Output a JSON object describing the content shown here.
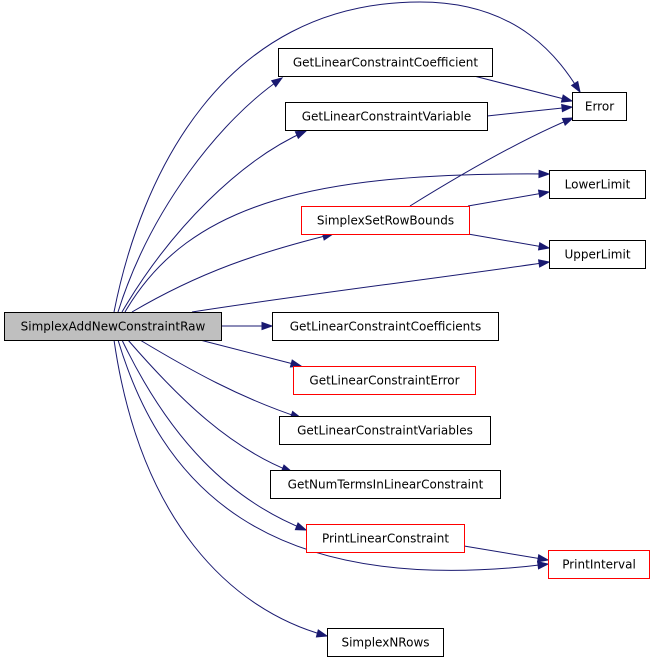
{
  "diagram": {
    "colors": {
      "edge": "#191970",
      "root_fill": "#bfbfbf",
      "node_fill": "#ffffff",
      "node_border": "#000000",
      "truncated_border": "#ff0000",
      "text": "#000000"
    },
    "nodes": [
      {
        "id": "root",
        "label": "SimplexAddNewConstraintRaw",
        "kind": "root"
      },
      {
        "id": "glcc",
        "label": "GetLinearConstraintCoefficient",
        "kind": "normal"
      },
      {
        "id": "glcv",
        "label": "GetLinearConstraintVariable",
        "kind": "normal"
      },
      {
        "id": "error",
        "label": "Error",
        "kind": "normal"
      },
      {
        "id": "lower",
        "label": "LowerLimit",
        "kind": "normal"
      },
      {
        "id": "ssrb",
        "label": "SimplexSetRowBounds",
        "kind": "truncated"
      },
      {
        "id": "upper",
        "label": "UpperLimit",
        "kind": "normal"
      },
      {
        "id": "glccs",
        "label": "GetLinearConstraintCoefficients",
        "kind": "normal"
      },
      {
        "id": "glce",
        "label": "GetLinearConstraintError",
        "kind": "truncated"
      },
      {
        "id": "glcvs",
        "label": "GetLinearConstraintVariables",
        "kind": "normal"
      },
      {
        "id": "gnt",
        "label": "GetNumTermsInLinearConstraint",
        "kind": "normal"
      },
      {
        "id": "plc",
        "label": "PrintLinearConstraint",
        "kind": "truncated"
      },
      {
        "id": "pint",
        "label": "PrintInterval",
        "kind": "truncated"
      },
      {
        "id": "snr",
        "label": "SimplexNRows",
        "kind": "normal"
      }
    ],
    "edges": [
      {
        "from": "root",
        "to": "error"
      },
      {
        "from": "root",
        "to": "glcc"
      },
      {
        "from": "root",
        "to": "glcv"
      },
      {
        "from": "root",
        "to": "lower"
      },
      {
        "from": "root",
        "to": "ssrb"
      },
      {
        "from": "root",
        "to": "upper"
      },
      {
        "from": "root",
        "to": "glccs"
      },
      {
        "from": "root",
        "to": "glce"
      },
      {
        "from": "root",
        "to": "glcvs"
      },
      {
        "from": "root",
        "to": "gnt"
      },
      {
        "from": "root",
        "to": "plc"
      },
      {
        "from": "root",
        "to": "pint"
      },
      {
        "from": "root",
        "to": "snr"
      },
      {
        "from": "glcc",
        "to": "error"
      },
      {
        "from": "glcv",
        "to": "error"
      },
      {
        "from": "ssrb",
        "to": "error"
      },
      {
        "from": "ssrb",
        "to": "lower"
      },
      {
        "from": "ssrb",
        "to": "upper"
      },
      {
        "from": "plc",
        "to": "pint"
      }
    ]
  }
}
